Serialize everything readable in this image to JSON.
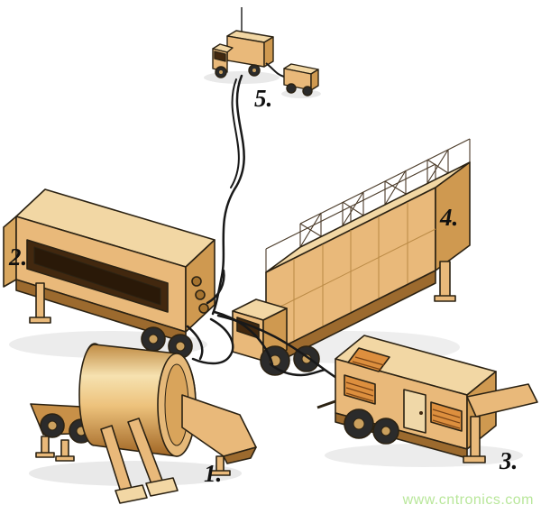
{
  "figure": {
    "labels": [
      {
        "text": "1."
      },
      {
        "text": "2."
      },
      {
        "text": "3."
      },
      {
        "text": "4."
      },
      {
        "text": "5."
      }
    ],
    "watermark": {
      "text": "www.cntronics.com",
      "color": "#b9e79b"
    },
    "palette": {
      "body_tan": "#e9b97a",
      "top_light": "#f2d7a4",
      "side_dark": "#cf9950",
      "skirt_brown": "#9c6a2e",
      "outline": "#2b2213",
      "vent_orange": "#dd8f3e",
      "window_dark": "#42280f",
      "cable_black": "#191919",
      "background": "#ffffff"
    }
  }
}
